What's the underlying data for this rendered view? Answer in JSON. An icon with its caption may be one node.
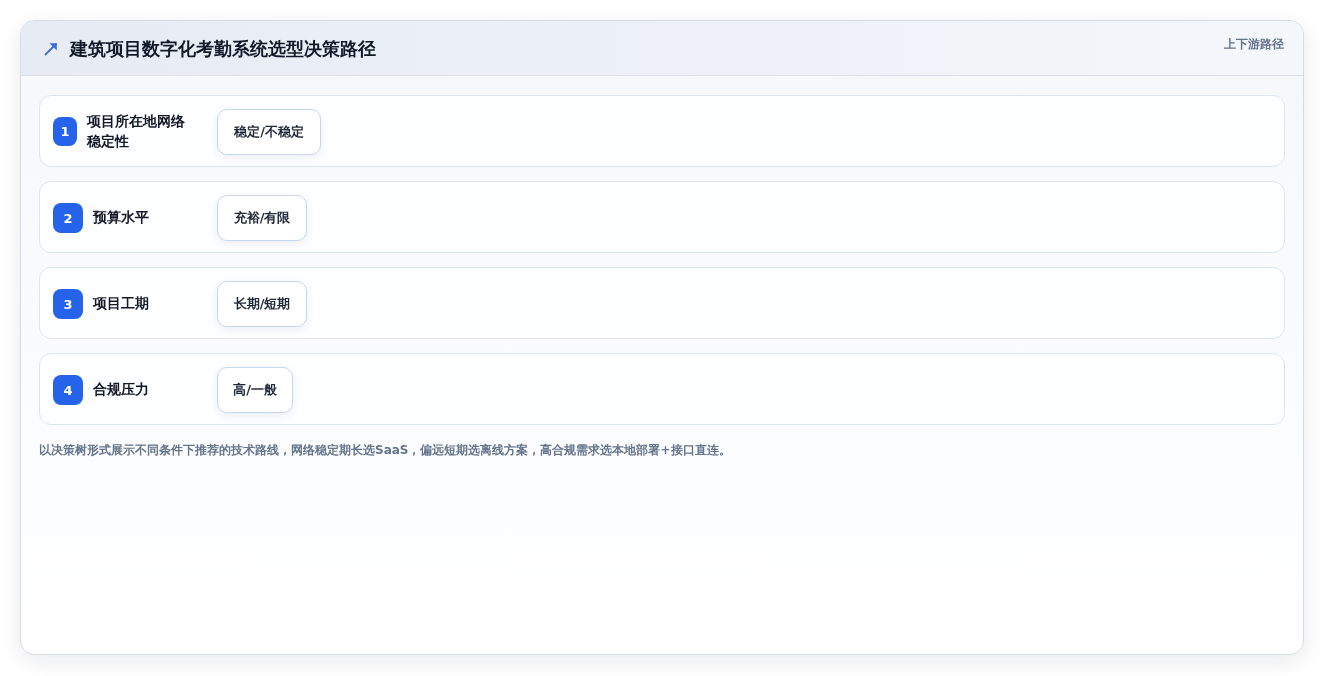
{
  "diagram": {
    "title": "建筑项目数字化考勤系统选型决策路径",
    "nodes": [
      {
        "text": [
          "项目所在地网络稳定性"
        ]
      },
      {
        "text": [
          "1"
        ],
        "in": 0
      },
      {
        "text": [
          "稳定/不稳定"
        ],
        "in": 0
      },
      {
        "text": [
          "预算水平"
        ]
      },
      {
        "text": [
          "2"
        ],
        "in": 3
      },
      {
        "text": [
          "充裕/有限"
        ],
        "in": 3
      },
      {
        "text": [
          "项目工期"
        ]
      },
      {
        "text": [
          "3"
        ],
        "in": 6
      },
      {
        "text": [
          "长期/短期"
        ],
        "in": 6
      },
      {
        "text": [
          "合规压力"
        ]
      },
      {
        "text": [
          "4"
        ],
        "in": 9
      },
      {
        "text": [
          "高/一般"
        ],
        "in": 9
      }
    ],
    "labels": [
      "上下游路径"
    ],
    "caption": "以决策树形式展示不同条件下推荐的技术路线，网络稳定期长选SaaS，偏远短期选离线方案，高合规需求选本地部署+接口直连。"
  }
}
